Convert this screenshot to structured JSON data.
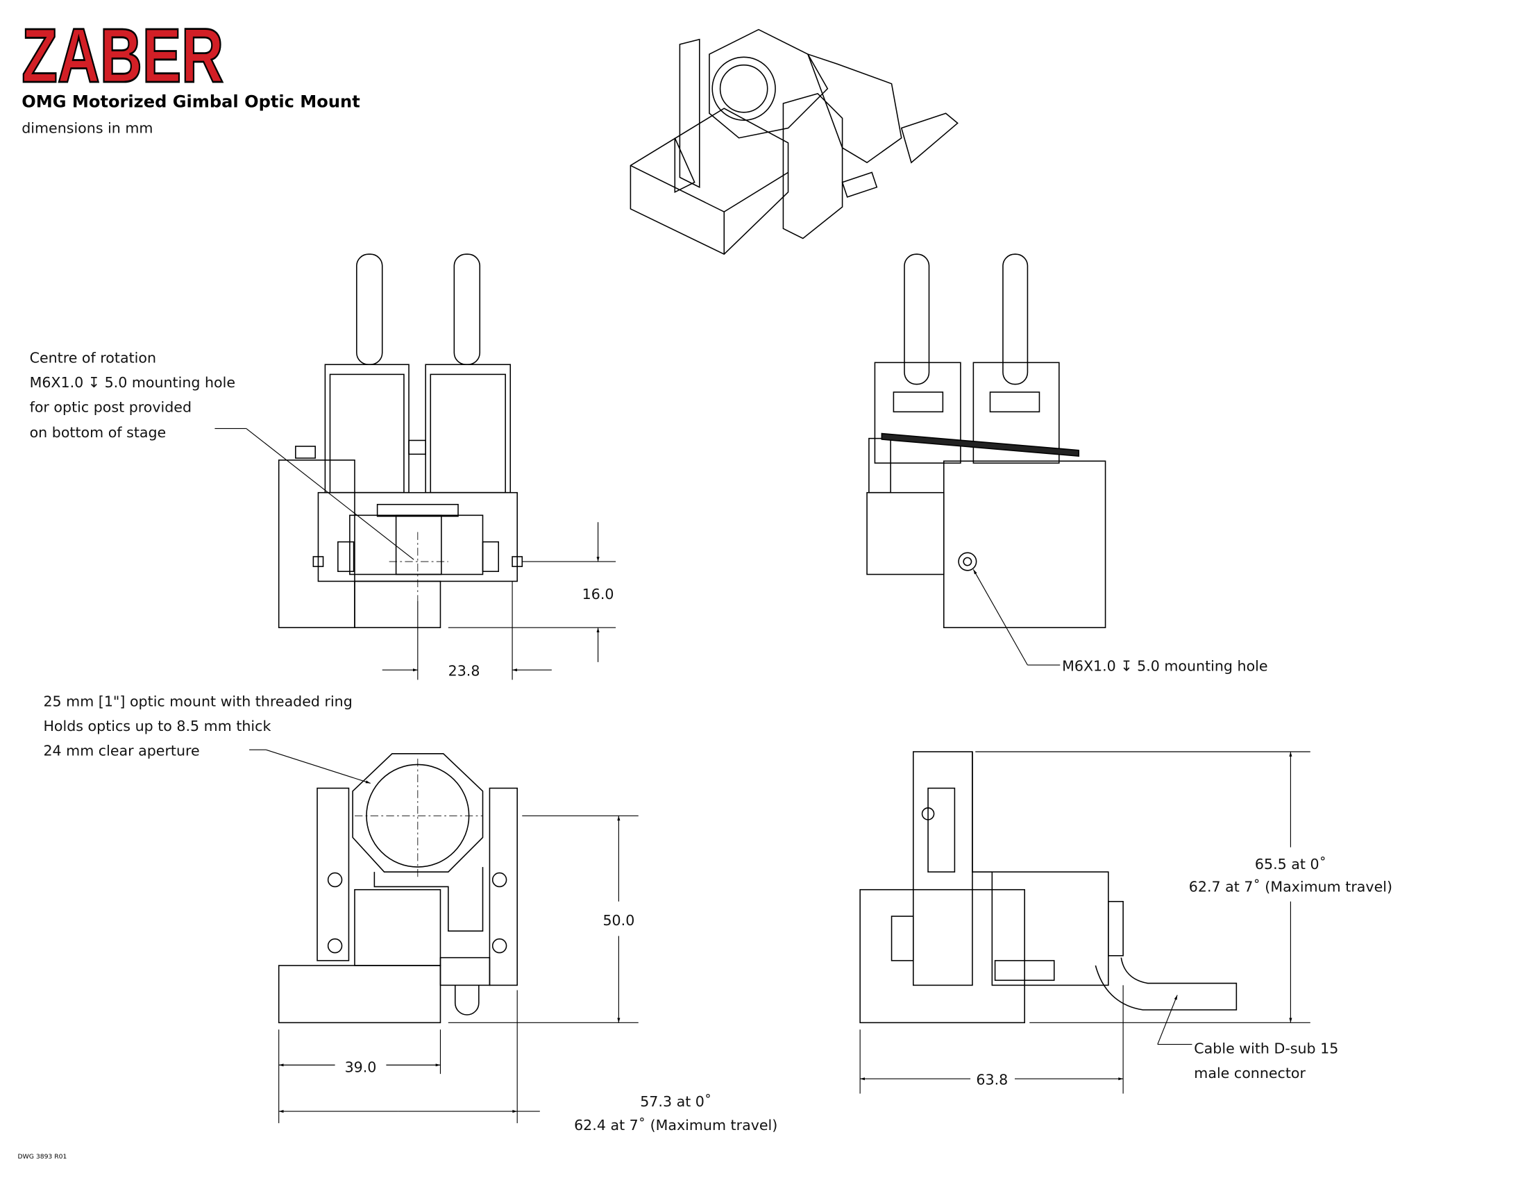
{
  "header": {
    "logo": "ZABER",
    "title": "OMG Motorized Gimbal Optic Mount",
    "subtitle": "dimensions in mm"
  },
  "colors": {
    "logo_red": "#d21f26",
    "line": "#000000"
  },
  "annotations": {
    "rotation": [
      "Centre of rotation",
      "M6X1.0 ↧ 5.0 mounting hole",
      "for optic post provided",
      "on bottom of stage"
    ],
    "side_hole": "M6X1.0 ↧ 5.0 mounting hole",
    "optic": [
      "25 mm [1\"] optic mount with threaded ring",
      "Holds optics up to 8.5 mm thick",
      "24 mm clear aperture"
    ],
    "cable": [
      "Cable with D-sub 15",
      "male connector"
    ]
  },
  "dimensions": {
    "d16": "16.0",
    "d23": "23.8",
    "d50": "50.0",
    "d39": "39.0",
    "d63": "63.8",
    "height": [
      "65.5 at 0˚",
      "62.7 at 7˚ (Maximum travel)"
    ],
    "width": [
      "57.3 at 0˚",
      "62.4 at 7˚ (Maximum travel)"
    ]
  },
  "footer": {
    "drawing_number": "DWG 3893 R01"
  }
}
